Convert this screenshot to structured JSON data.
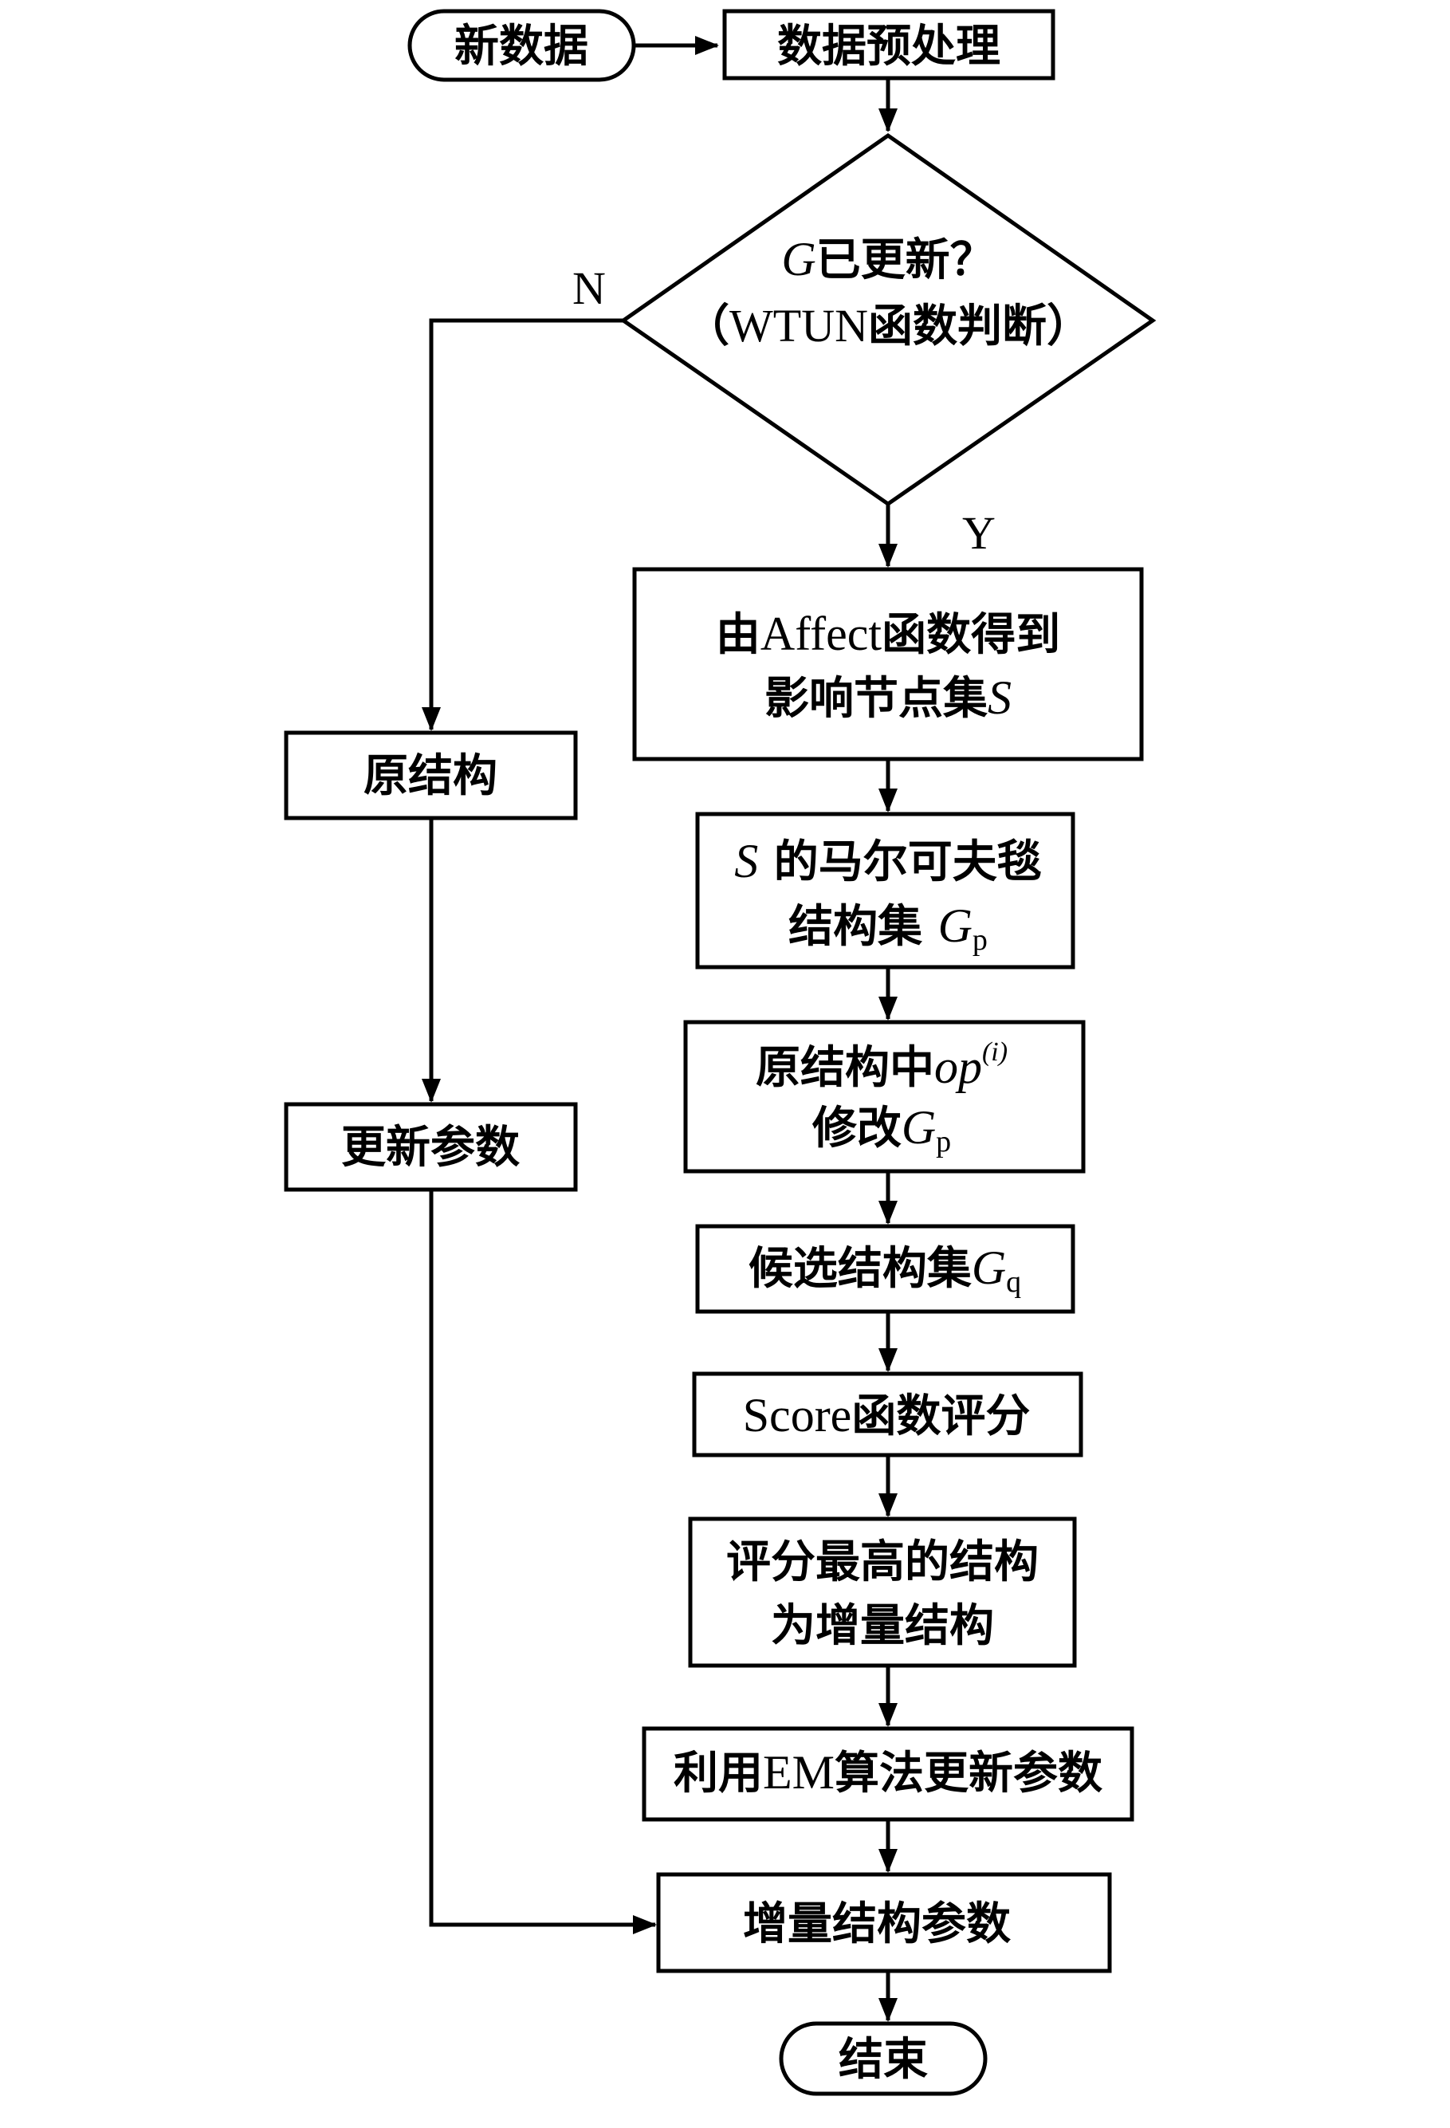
{
  "nodes": {
    "new_data": "新数据",
    "preprocess": "数据预处理",
    "decision": {
      "line1_var": "G",
      "line1_text": "已更新？",
      "line2_open": "（",
      "line2_en": "WTUN",
      "line2_cn": "函数判断",
      "line2_close": "）"
    },
    "affect": {
      "line1_a": "由",
      "line1_en": "Affect",
      "line1_b": "函数得到",
      "line2_a": "影响节点集",
      "line2_var": "S"
    },
    "markov": {
      "line1_var": "S",
      "line1_text": " 的马尔可夫毯",
      "line2_text": "结构集 ",
      "line2_var": "G",
      "line2_sub": "p"
    },
    "modify": {
      "line1_text": "原结构中",
      "line1_var": "op",
      "line1_sup": "(i)",
      "line2_text": "修改",
      "line2_var": "G",
      "line2_sub": "p"
    },
    "candidate": {
      "text": "候选结构集",
      "var": "G",
      "sub": "q"
    },
    "score": {
      "en": "Score",
      "cn": "函数评分"
    },
    "best": {
      "line1": "评分最高的结构",
      "line2": "为增量结构"
    },
    "em": {
      "a": "利用",
      "en": "EM",
      "b": "算法更新参数"
    },
    "incremental_params": "增量结构参数",
    "end": "结束",
    "original_structure": "原结构",
    "update_params": "更新参数"
  },
  "edge_labels": {
    "no": "N",
    "yes": "Y"
  }
}
